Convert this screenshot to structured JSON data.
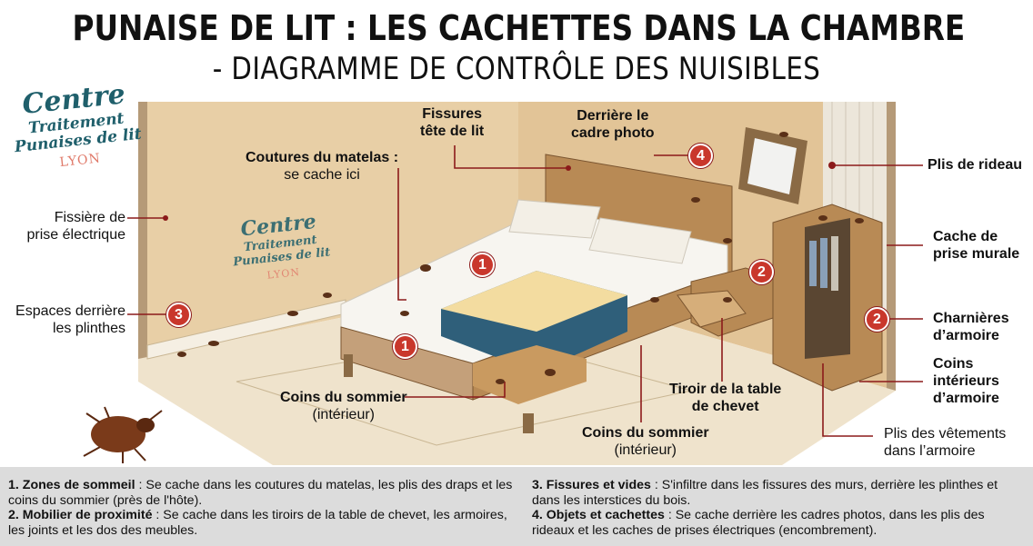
{
  "title": {
    "line1": "PUNAISE DE LIT : LES CACHETTES DANS LA CHAMBRE",
    "line2": "- DIAGRAMME DE CONTRÔLE DES NUISIBLES"
  },
  "logo": {
    "line1": "Centre",
    "line2": "Traitement",
    "line3": "Punaises de lit",
    "line4": "LYON"
  },
  "labels": {
    "fissures_tete": [
      "Fissures",
      "tête de lit"
    ],
    "cadre_photo": [
      "Derrière le",
      "cadre photo"
    ],
    "coutures_bold": "Coutures du matelas :",
    "coutures_sub": "se cache ici",
    "rideau": "Plis de rideau",
    "prise_elec": [
      "Fissière de",
      "prise électrique"
    ],
    "prise_murale": [
      "Cache de",
      "prise murale"
    ],
    "plinthes": [
      "Espaces derrière",
      "les plinthes"
    ],
    "charnieres": [
      "Charnières",
      "d’armoire"
    ],
    "coins_armoire": [
      "Coins",
      "intérieurs",
      "d’armoire"
    ],
    "tiroir": [
      "Tiroir de la table",
      "de chevet"
    ],
    "sommier1": [
      "Coins du sommier",
      "(intérieur)"
    ],
    "sommier2": [
      "Coins du sommier",
      "(intérieur)"
    ],
    "vetements": [
      "Plis des vêtements",
      "dans l’armoire"
    ]
  },
  "badges": [
    "1",
    "1",
    "2",
    "2",
    "3",
    "4"
  ],
  "legend": [
    {
      "head": "1. Zones de sommeil",
      "text": " : Se cache dans les coutures du matelas, les plis des draps et les coins du sommier (près de l'hôte)."
    },
    {
      "head": "2. Mobilier de proximité",
      "text": " : Se cache dans les tiroirs de la table de chevet, les armoires, les joints et les dos des meubles."
    },
    {
      "head": "3. Fissures et vides",
      "text": " : S'infiltre dans les fissures des murs, derrière les plinthes et dans les interstices du bois."
    },
    {
      "head": "4. Objets et cachettes",
      "text": " : Se cache derrière les cadres photos, dans les plis des rideaux et les caches de prises électriques (encombrement)."
    }
  ],
  "colors": {
    "badge": "#c9372c",
    "leader": "#8b1a1a",
    "wall": "#e8cfa6",
    "floor": "#efe3cc",
    "wood": "#b88a55",
    "panel": "#dcdcdc",
    "logo": "#1f5f6b"
  }
}
